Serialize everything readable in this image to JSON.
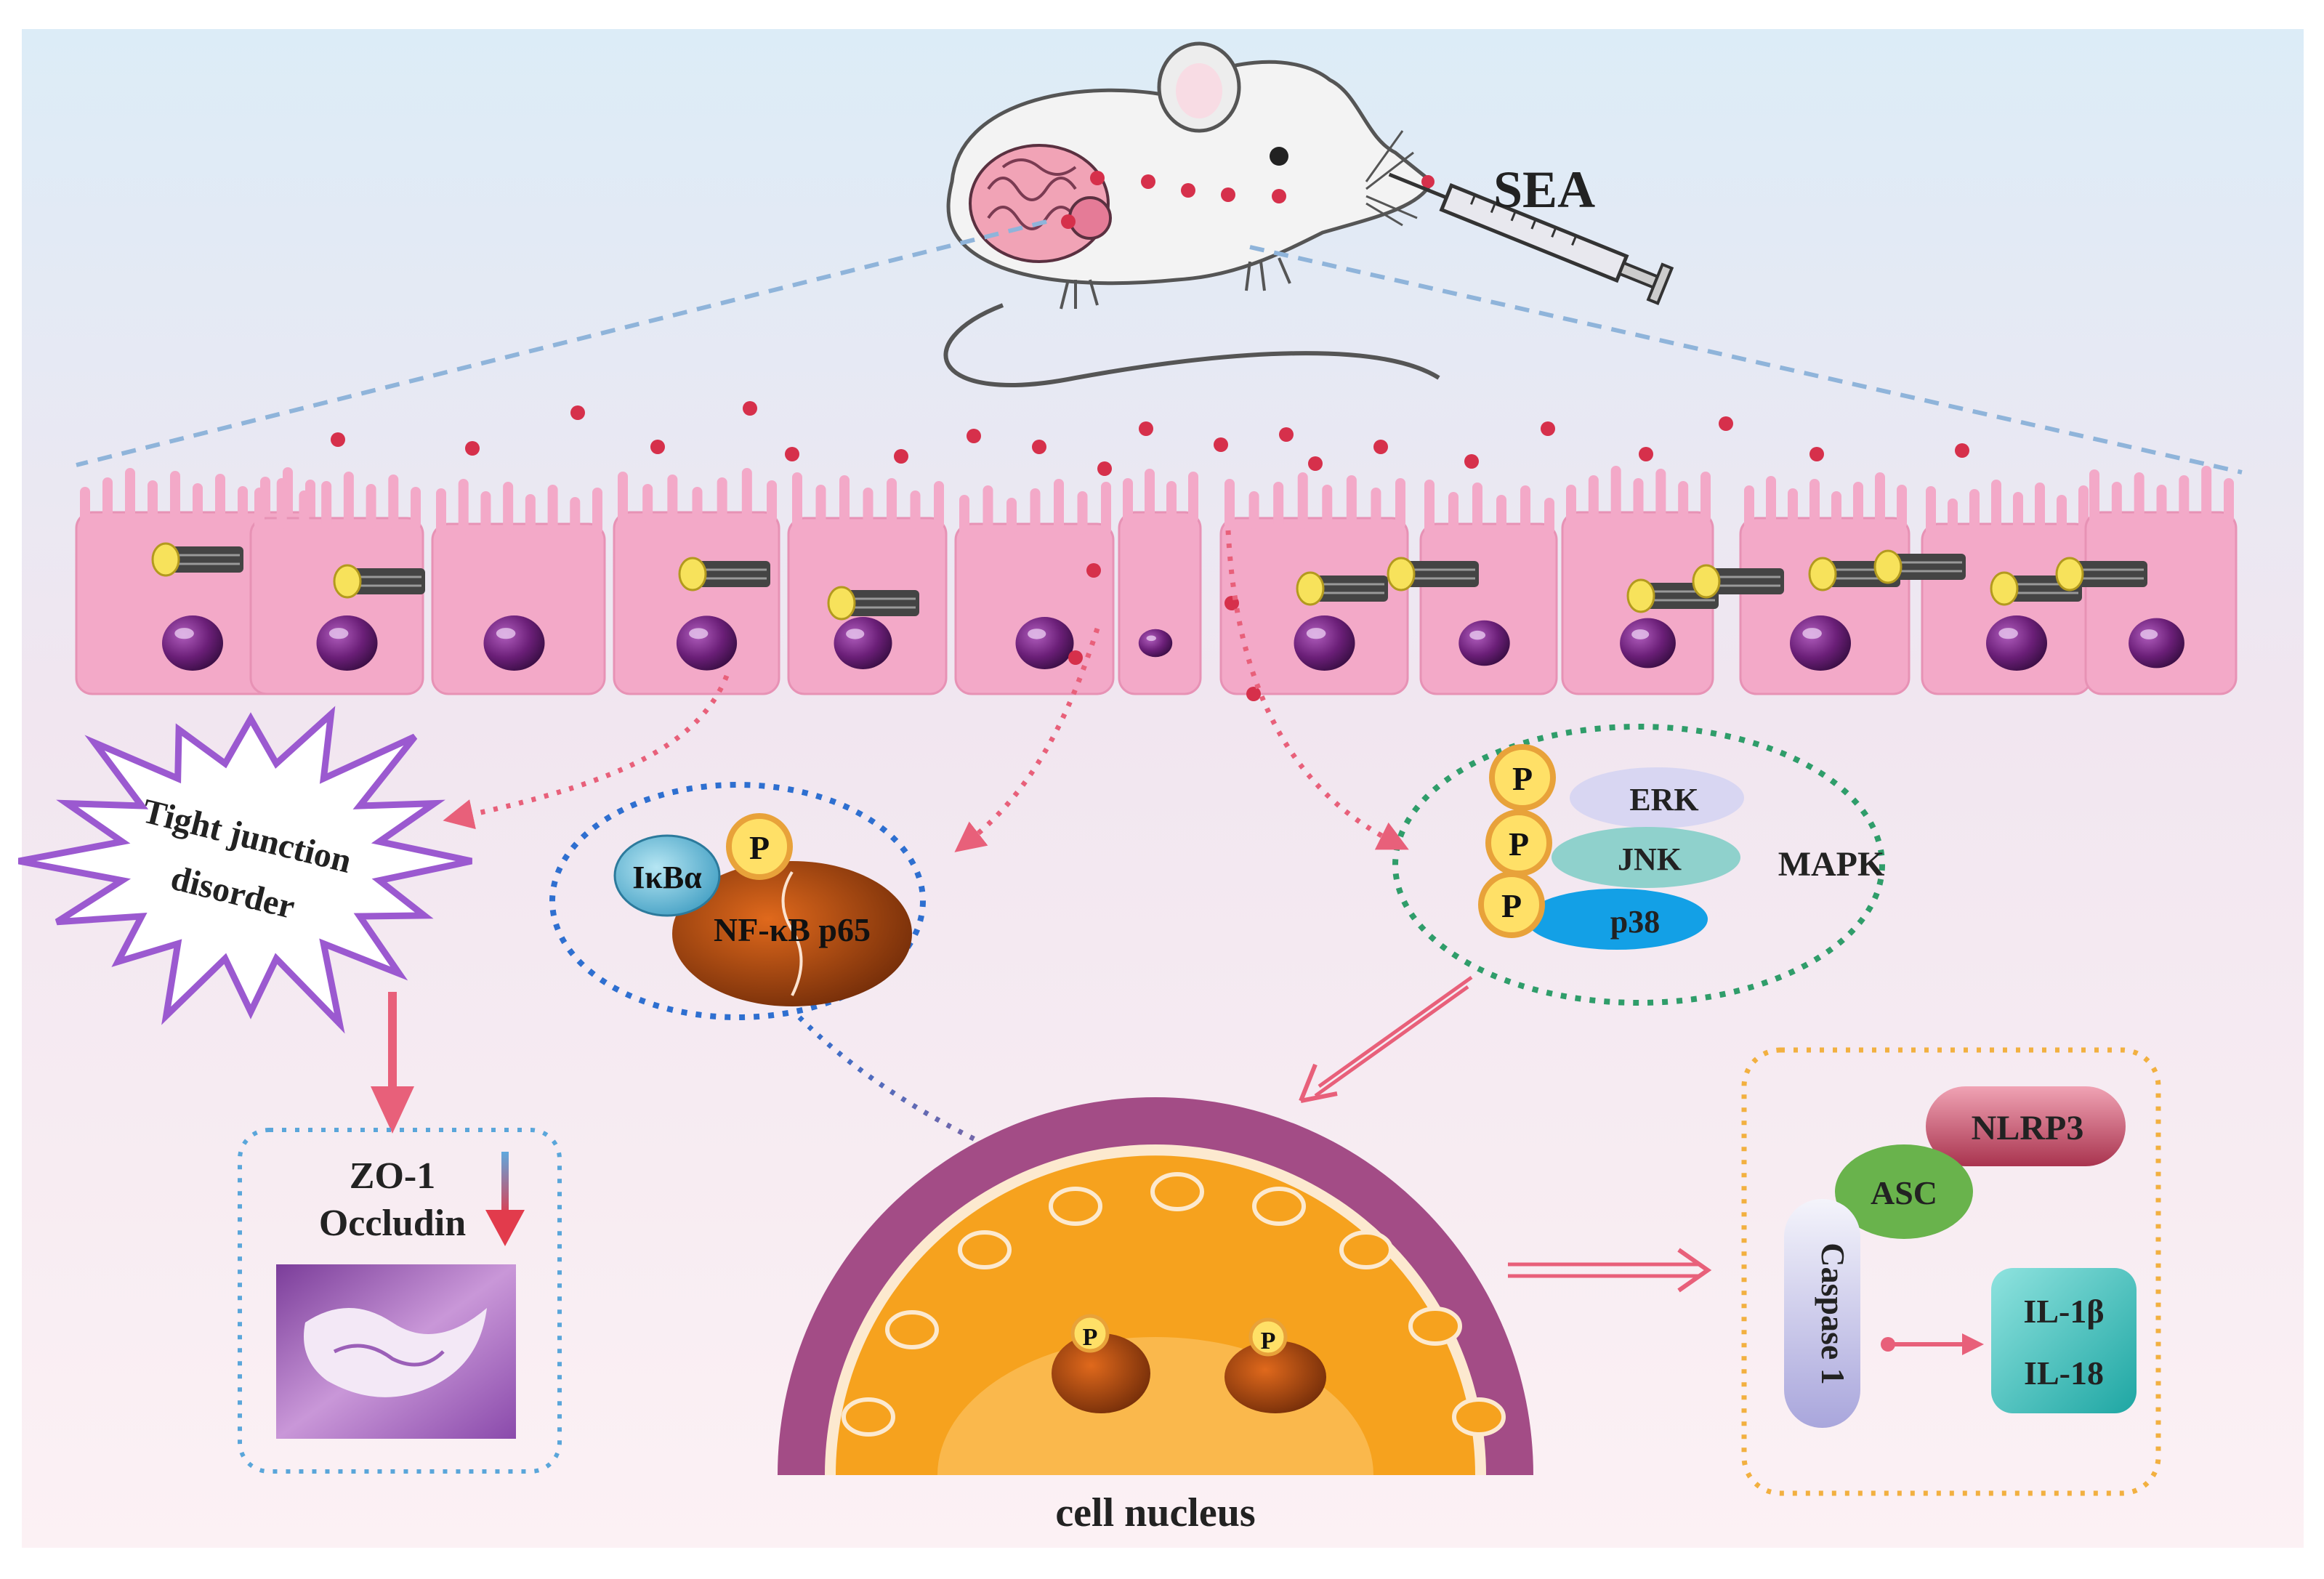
{
  "mouse": {
    "injection_label": "SEA"
  },
  "tight_junction": {
    "line1": "Tight junction",
    "line2": "disorder"
  },
  "barrier_markers": {
    "items": [
      "ZO-1",
      "Occludin"
    ]
  },
  "nfkb_complex": {
    "inhibitor": "IκBα",
    "phospho": "P",
    "subunit": "NF-κB p65"
  },
  "mapk": {
    "label": "MAPK",
    "phospho": "P",
    "kinases": [
      "ERK",
      "JNK",
      "p38"
    ]
  },
  "nucleus": {
    "label": "cell nucleus",
    "phospho": "P"
  },
  "inflammasome": {
    "nlrp3": "NLRP3",
    "asc": "ASC",
    "caspase": "Caspase 1",
    "cytokines": [
      "IL-1β",
      "IL-18"
    ]
  },
  "colors": {
    "epithelium": "#f3a9c8",
    "cell_nucleus_dot": "#6b1f78",
    "sea_particle": "#d6304b",
    "nucleus_envelope": "#a34c86",
    "nucleus_inner": "#f6a21e",
    "star_outline": "#9b59d0",
    "nfkb_border": "#2e6fd0",
    "mapk_border": "#2f9d6a",
    "inflammasome_border": "#f2b040",
    "zo1_border": "#5aa6da",
    "arrow": "#e8607a"
  }
}
